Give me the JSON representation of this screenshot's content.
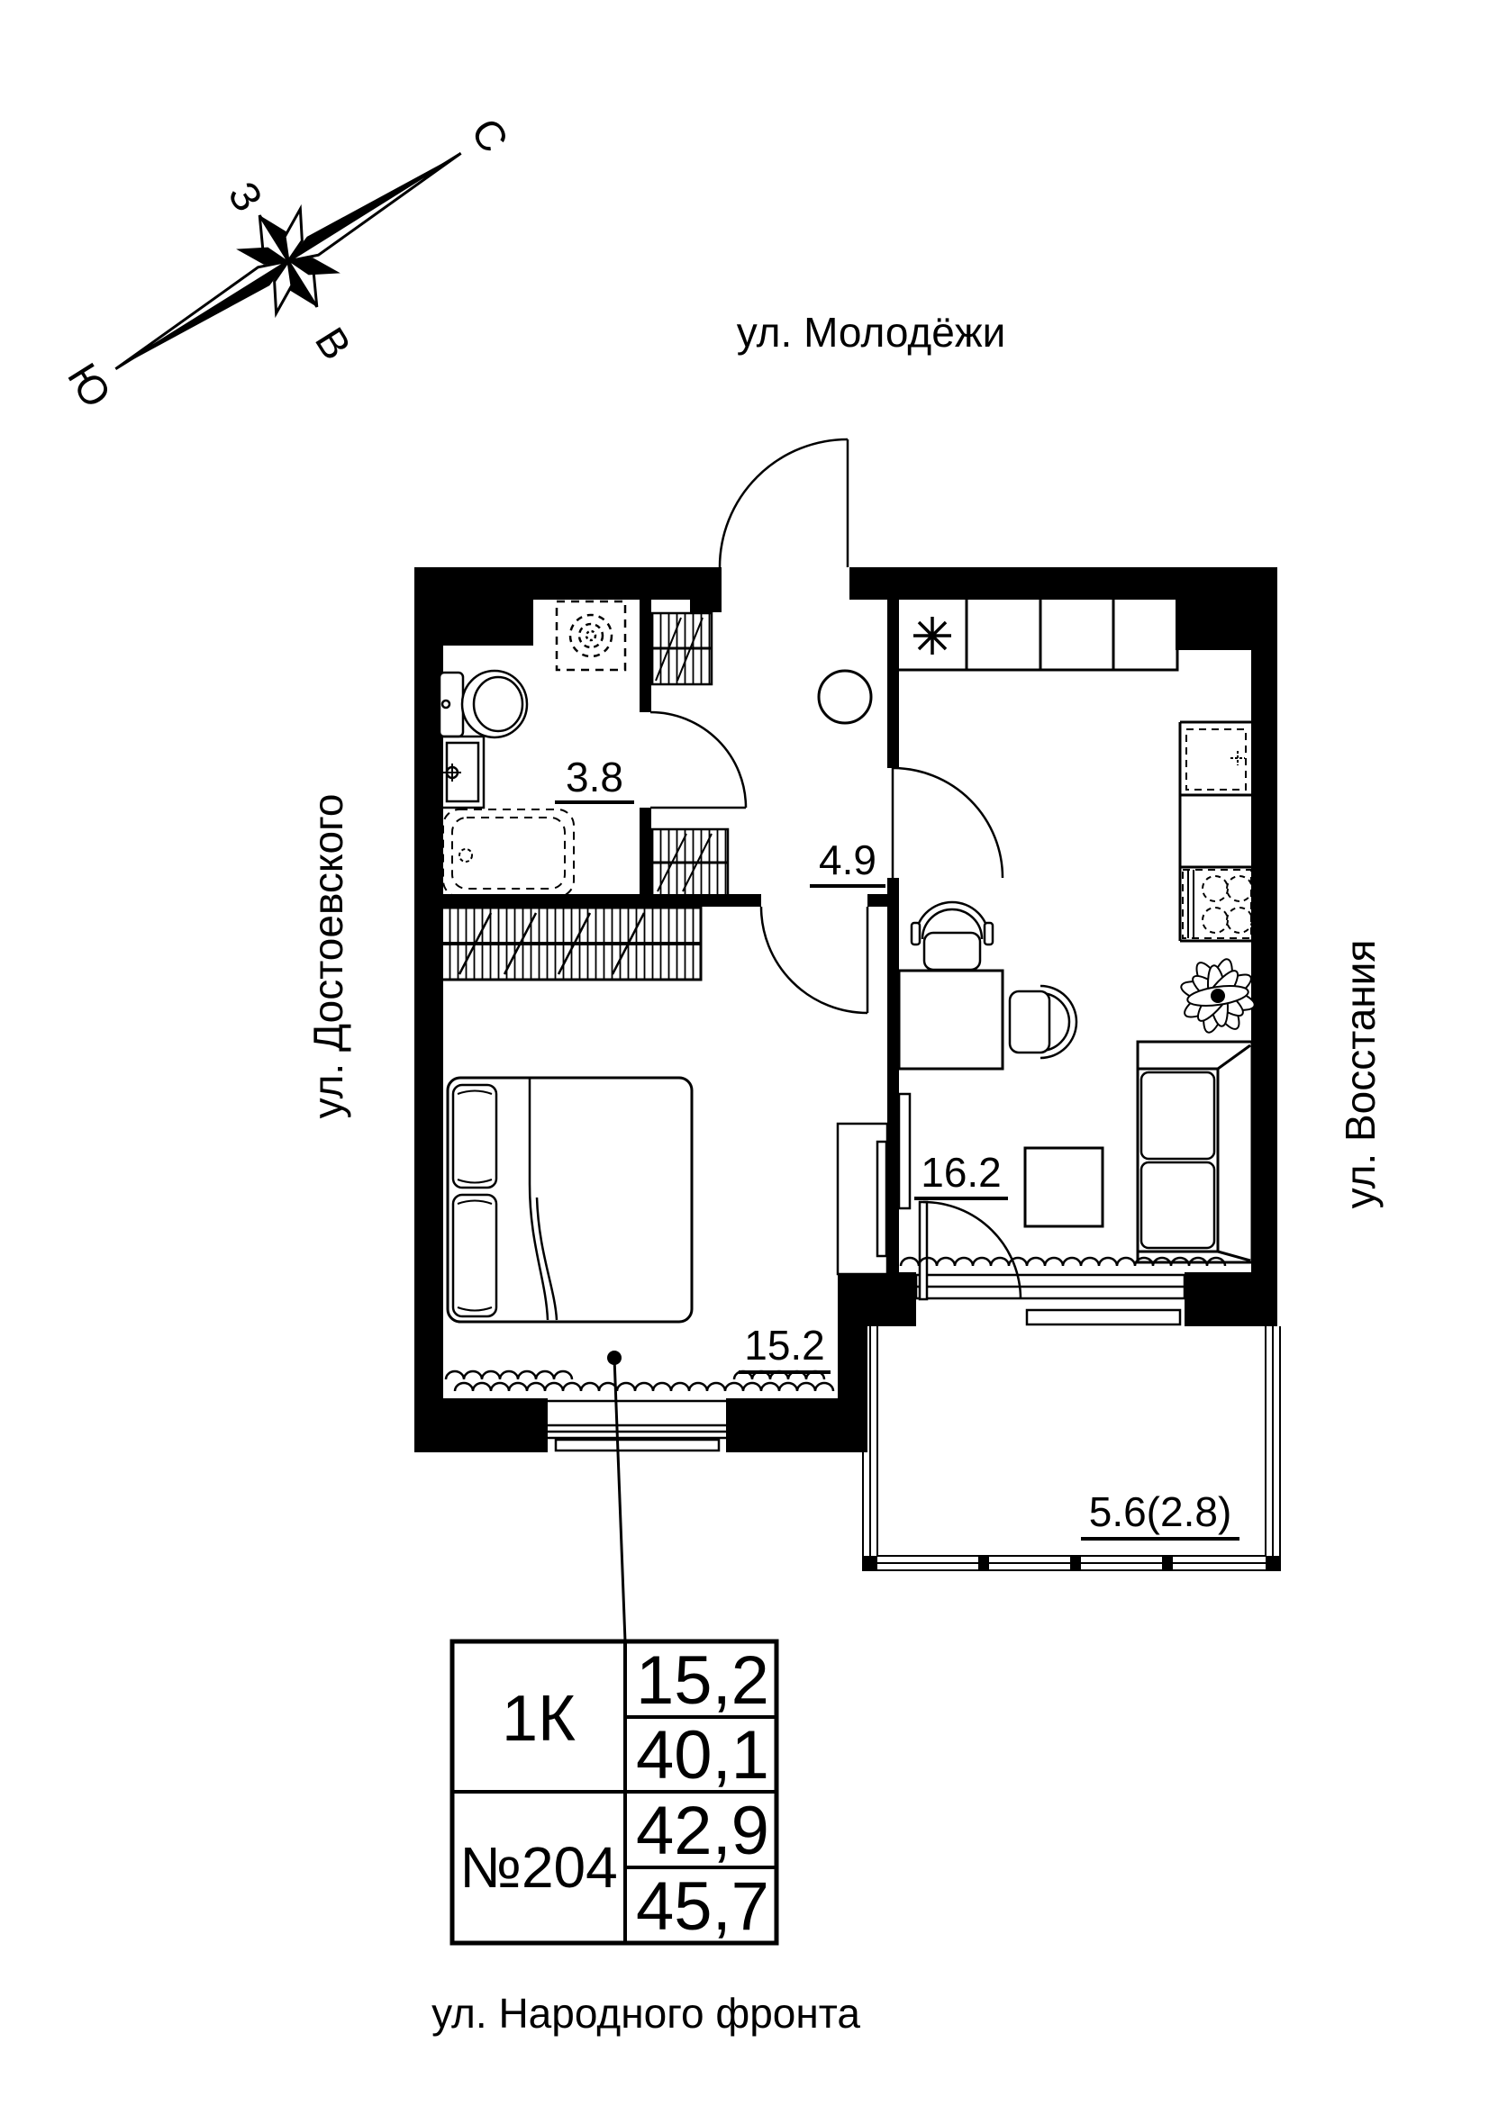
{
  "title": "Floor plan of apartment 204 (1-room, 1K)",
  "compass": {
    "north": "С",
    "west": "З",
    "east": "В",
    "south": "Ю"
  },
  "streets": {
    "top": "ул. Молодёжи",
    "left": "ул. Достоевского",
    "right": "ул. Восстания",
    "bottom": "ул. Народного фронта"
  },
  "rooms": {
    "bathroom_area": "3.8",
    "hallway_area": "4.9",
    "kitchen_living_area": "16.2",
    "bedroom_area": "15.2",
    "balcony_area": "5.6(2.8)"
  },
  "info_table": {
    "type": "1К",
    "unit": "№204",
    "values": [
      "15,2",
      "40,1",
      "42,9",
      "45,7"
    ]
  },
  "icons": [
    "compass-rose-icon",
    "toilet-icon",
    "sink-icon",
    "bathtub-icon",
    "washing-machine-icon",
    "closet-icon",
    "wardrobe-icon",
    "stool-icon",
    "kitchen-counter",
    "cooktop-star-icon",
    "hob-4-burners-icon",
    "sink-unit-icon",
    "desk",
    "desk-chair-icon",
    "chair-icon",
    "tv-icon",
    "coffee-table",
    "sofa-icon",
    "plant-icon",
    "bed-icon",
    "dresser-icon",
    "door-swing-arc",
    "window",
    "balcony-glazing",
    "leader-line"
  ],
  "colors": {
    "ink": "#000000",
    "paper": "#ffffff"
  }
}
